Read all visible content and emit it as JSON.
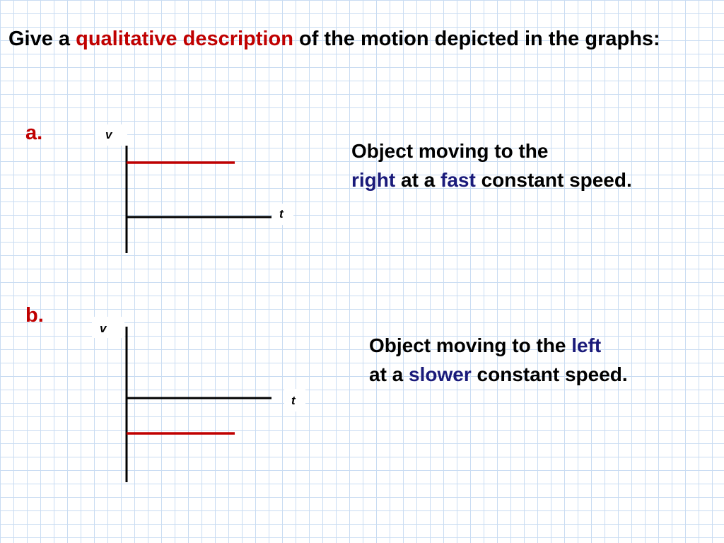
{
  "heading": {
    "part1": "Give a ",
    "highlight": "qualitative description",
    "part2": " of the motion depicted in the graphs:"
  },
  "graphs": [
    {
      "label": "a.",
      "y_axis_label": "v",
      "x_axis_label": "t",
      "velocity": "positive",
      "line_color": "#c00000",
      "description": {
        "text1": "Object moving to the ",
        "direction": "right",
        "text2": " at a ",
        "speed": "fast",
        "text3": " constant speed."
      }
    },
    {
      "label": "b.",
      "y_axis_label": "v",
      "x_axis_label": "t",
      "velocity": "negative",
      "line_color": "#c00000",
      "description": {
        "text1": "Object moving to the ",
        "direction": "left",
        "text2": " at a ",
        "speed": "slower",
        "text3": " constant speed."
      }
    }
  ],
  "colors": {
    "emphasis_red": "#c00000",
    "emphasis_blue": "#1a1a7a",
    "grid": "#c9dcf2"
  }
}
